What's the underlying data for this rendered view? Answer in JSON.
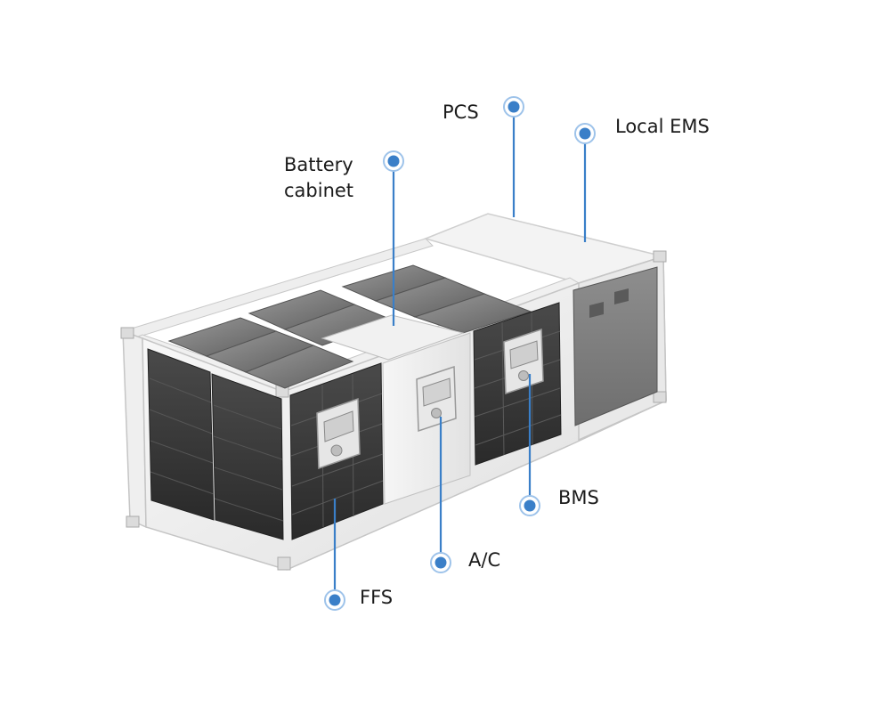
{
  "colors": {
    "pin": "#3a7fc8",
    "pin_ring": "#9ec3ea",
    "leader": "#3a7fc8",
    "container_frame": "#f2f2f2",
    "frame_edge": "#c9c9c9",
    "battery_dark": "#3b3b3b",
    "lid_glass": "#8a8a8a",
    "ac_wall": "#ececec",
    "pcs_cabinet": "#7c7c7c",
    "label_text": "#1b1b1b"
  },
  "callouts": [
    {
      "id": "pcs",
      "label": "PCS"
    },
    {
      "id": "local-ems",
      "label": "Local EMS"
    },
    {
      "id": "battery-cabinet",
      "label": "Battery\ncabinet"
    },
    {
      "id": "bms",
      "label": "BMS"
    },
    {
      "id": "ac",
      "label": "A/C"
    },
    {
      "id": "ffs",
      "label": "FFS"
    }
  ]
}
